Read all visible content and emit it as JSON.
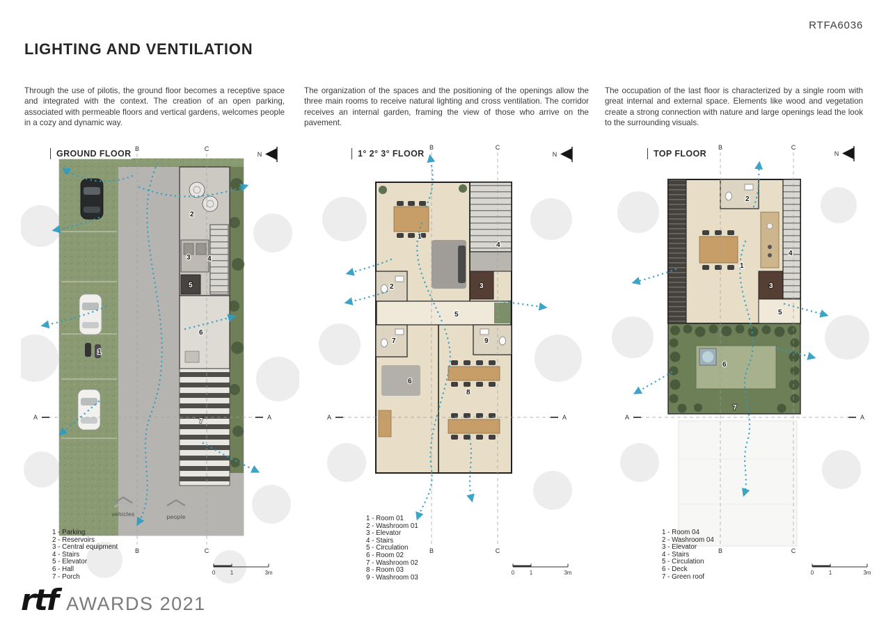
{
  "header": {
    "code": "RTFA6036",
    "title": "LIGHTING AND VENTILATION"
  },
  "intro": {
    "col1": "Through the use of pilotis, the ground floor becomes a receptive space and integrated with the context. The creation of an open parking, associated with permeable floors and vertical gardens, welcomes people in a cozy and dynamic way.",
    "col2": "The organization of the spaces and the positioning of the openings allow the three main rooms to receive natural lighting and cross ventilation. The corridor receives an internal garden, framing the view of those who arrive on the pavement.",
    "col3": "The occupation of the last floor is characterized by a single room with great internal and external space. Elements like wood and vegetation create a strong connection with nature and large openings lead the look to the surrounding visuals."
  },
  "grid_labels": {
    "a": "A",
    "b": "B",
    "c": "C",
    "n": "N"
  },
  "scale_bar": {
    "t0": "0",
    "t1": "1",
    "t3": "3m"
  },
  "accent_color": "#2e9dc3",
  "plans": [
    {
      "title": "GROUND FLOOR",
      "numbers": [
        "1",
        "2",
        "3",
        "4",
        "5",
        "6",
        "7"
      ],
      "legend": [
        "1 - Parking",
        "2 - Reservoirs",
        "3 - Central equipment",
        "4 - Stairs",
        "5 - Elevator",
        "6 - Hall",
        "7 - Porch"
      ],
      "flow_labels": {
        "vehicles": "vehicles",
        "people": "people"
      }
    },
    {
      "title": "1° 2° 3° FLOOR",
      "numbers": [
        "1",
        "2",
        "3",
        "4",
        "5",
        "6",
        "7",
        "8",
        "9"
      ],
      "legend": [
        "1 - Room 01",
        "2 - Washroom 01",
        "3 - Elevator",
        "4 - Stairs",
        "5 - Circulation",
        "6 - Room 02",
        "7 - Washroom 02",
        "8 - Room 03",
        "9 - Washroom 03"
      ]
    },
    {
      "title": "TOP FLOOR",
      "numbers": [
        "1",
        "2",
        "3",
        "4",
        "5",
        "6",
        "7"
      ],
      "legend": [
        "1 - Room 04",
        "2 - Washroom 04",
        "3 - Elevator",
        "4 - Stairs",
        "5 - Circulation",
        "6 - Deck",
        "7 - Green roof"
      ]
    }
  ],
  "footer": {
    "logo": "rtf",
    "award": "AWARDS 2021"
  }
}
